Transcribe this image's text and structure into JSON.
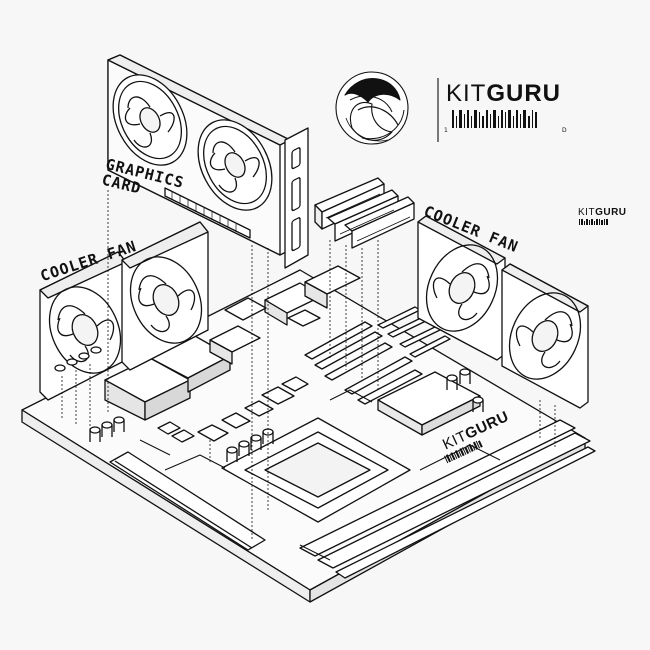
{
  "labels": {
    "graphics_card": [
      "GRAPHICS",
      "CARD"
    ],
    "cooler_fan_left": "COOLER FAN",
    "cooler_fan_right": "COOLER FAN"
  },
  "brand": {
    "light": "KIT",
    "bold": "GURU",
    "barcode_left_char": "1",
    "barcode_right_char": "D"
  },
  "colors": {
    "ink": "#111111",
    "background": "#f7f7f7"
  },
  "icons": {
    "logo": "kitguru-swirl-logo"
  }
}
